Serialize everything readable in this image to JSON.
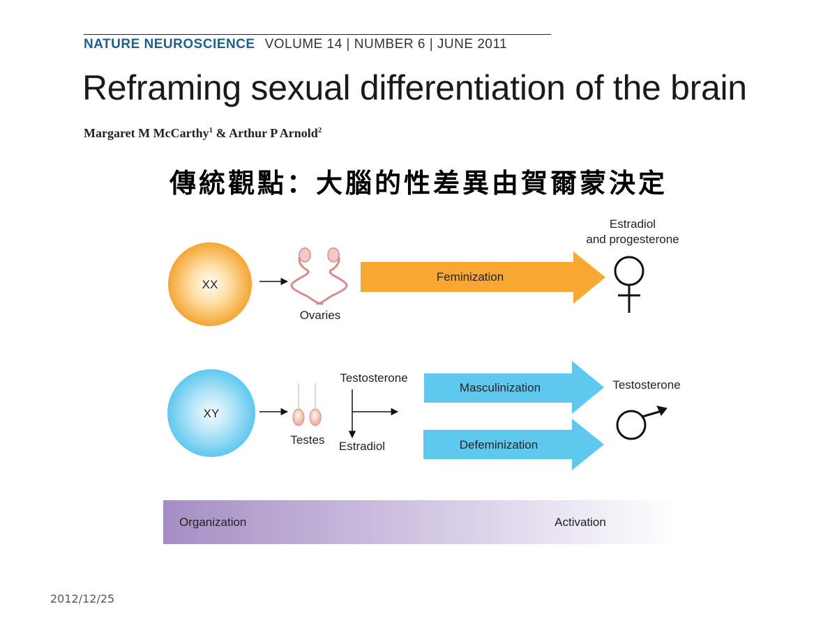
{
  "header": {
    "journal_name": "NATURE NEUROSCIENCE",
    "journal_issue": "VOLUME 14 | NUMBER 6 | JUNE 2011",
    "title": "Reframing sexual differentiation of the brain",
    "author1": "Margaret M McCarthy",
    "author1_affil": "1",
    "author_sep": " & ",
    "author2": "Arthur P Arnold",
    "author2_affil": "2"
  },
  "subtitle": "傳統觀點：大腦的性差異由賀爾蒙決定",
  "diagram": {
    "xx_label": "XX",
    "xy_label": "XY",
    "ovaries_label": "Ovaries",
    "testes_label": "Testes",
    "feminization_label": "Feminization",
    "masculinization_label": "Masculinization",
    "defeminization_label": "Defeminization",
    "estradiol_prog_line1": "Estradiol",
    "estradiol_prog_line2": "and progesterone",
    "testosterone_top_label": "Testosterone",
    "estradiol_label": "Estradiol",
    "testosterone_right_label": "Testosterone",
    "organization_label": "Organization",
    "activation_label": "Activation",
    "colors": {
      "orange": "#f7a833",
      "blue": "#5ec8ef",
      "purple": "#a48ec4"
    }
  },
  "footer": {
    "date": "2012/12/25"
  }
}
